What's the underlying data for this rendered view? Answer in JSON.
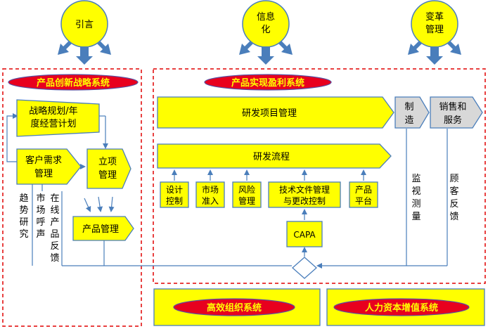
{
  "top": {
    "intro": "引言",
    "info": [
      "信息",
      "化"
    ],
    "change": [
      "变革",
      "管理"
    ]
  },
  "left": {
    "title": "产品创新战略系统",
    "strategy": [
      "战略规划/年",
      "度经营计划"
    ],
    "customer": [
      "客户需求",
      "管理"
    ],
    "project": [
      "立项",
      "管理"
    ],
    "product_mgmt": "产品管理",
    "trend": [
      "趋",
      "势",
      "研",
      "究"
    ],
    "market_voice": [
      "市",
      "场",
      "呼",
      "声"
    ],
    "online_feedback": [
      "在",
      "线",
      "产",
      "品",
      "反",
      "馈"
    ]
  },
  "right": {
    "title": "产品实现盈利系统",
    "rd_project": "研发项目管理",
    "rd_process": "研发流程",
    "manufacture": [
      "制",
      "造"
    ],
    "sales": [
      "销售和",
      "服务"
    ],
    "design": [
      "设计",
      "控制"
    ],
    "market_access": [
      "市场",
      "准入"
    ],
    "risk": [
      "风险",
      "管理"
    ],
    "tech_doc": [
      "技术文件管理",
      "与更改控制"
    ],
    "platform": [
      "产品",
      "平台"
    ],
    "capa": "CAPA",
    "monitor": [
      "监",
      "视",
      "测",
      "量"
    ],
    "cust_feedback": [
      "顾",
      "客",
      "反",
      "馈"
    ]
  },
  "bottom": {
    "org": "高效组织系统",
    "hr": "人力资本增值系统"
  },
  "colors": {
    "yellow": "#ffff00",
    "red": "#e8001e",
    "dash": "#e00000",
    "arrow_blue": "#4a7ebb",
    "gray": "#d8d8d8"
  }
}
